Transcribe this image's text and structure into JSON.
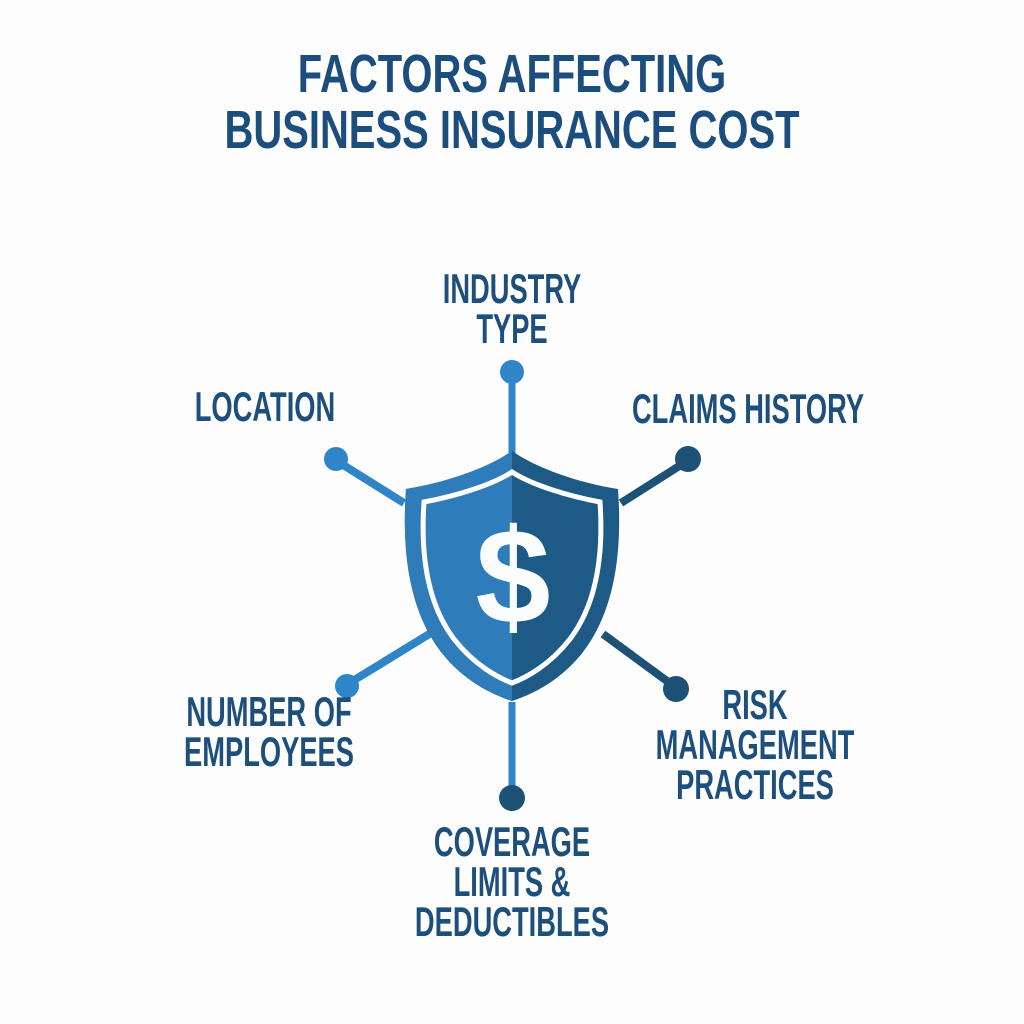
{
  "page": {
    "background_color": "#fdfdfe",
    "text_color": "#1d4f7c"
  },
  "title": {
    "line1": "FACTORS AFFECTING",
    "line2": "BUSINESS INSURANCE COST",
    "full": "FACTORS AFFECTING BUSINESS INSURANCE COST",
    "color": "#1b4e7c"
  },
  "diagram": {
    "center_icon": "shield-with-dollar-sign",
    "dollar_symbol": "$",
    "colors": {
      "light_blue": "#2e86c8",
      "dark_blue": "#1d5176",
      "shield_left": "#2f7cba",
      "shield_right": "#1d5b86",
      "symbol_white": "#fafcfd",
      "outline_white": "#ffffff"
    },
    "factors": [
      {
        "id": "industry-type",
        "label": "INDUSTRY TYPE",
        "lines": [
          "INDUSTRY",
          "TYPE"
        ],
        "position": "top",
        "dot_color": "light_blue"
      },
      {
        "id": "location",
        "label": "LOCATION",
        "lines": [
          "LOCATION"
        ],
        "position": "upper-left",
        "dot_color": "light_blue"
      },
      {
        "id": "claims-history",
        "label": "CLAIMS HISTORY",
        "lines": [
          "CLAIMS HISTORY"
        ],
        "position": "upper-right",
        "dot_color": "dark_blue"
      },
      {
        "id": "number-of-employees",
        "label": "NUMBER OF EMPLOYEES",
        "lines": [
          "NUMBER OF",
          "EMPLOYEES"
        ],
        "position": "lower-left",
        "dot_color": "light_blue"
      },
      {
        "id": "risk-management-practices",
        "label": "RISK MANAGEMENT PRACTICES",
        "lines": [
          "RISK",
          "MANAGEMENT",
          "PRACTICES"
        ],
        "position": "lower-right",
        "dot_color": "dark_blue"
      },
      {
        "id": "coverage-limits-deductibles",
        "label": "COVERAGE LIMITS & DEDUCTIBLES",
        "lines": [
          "COVERAGE",
          "LIMITS &",
          "DEDUCTIBLES"
        ],
        "position": "bottom",
        "dot_color": "dark_blue"
      }
    ]
  }
}
